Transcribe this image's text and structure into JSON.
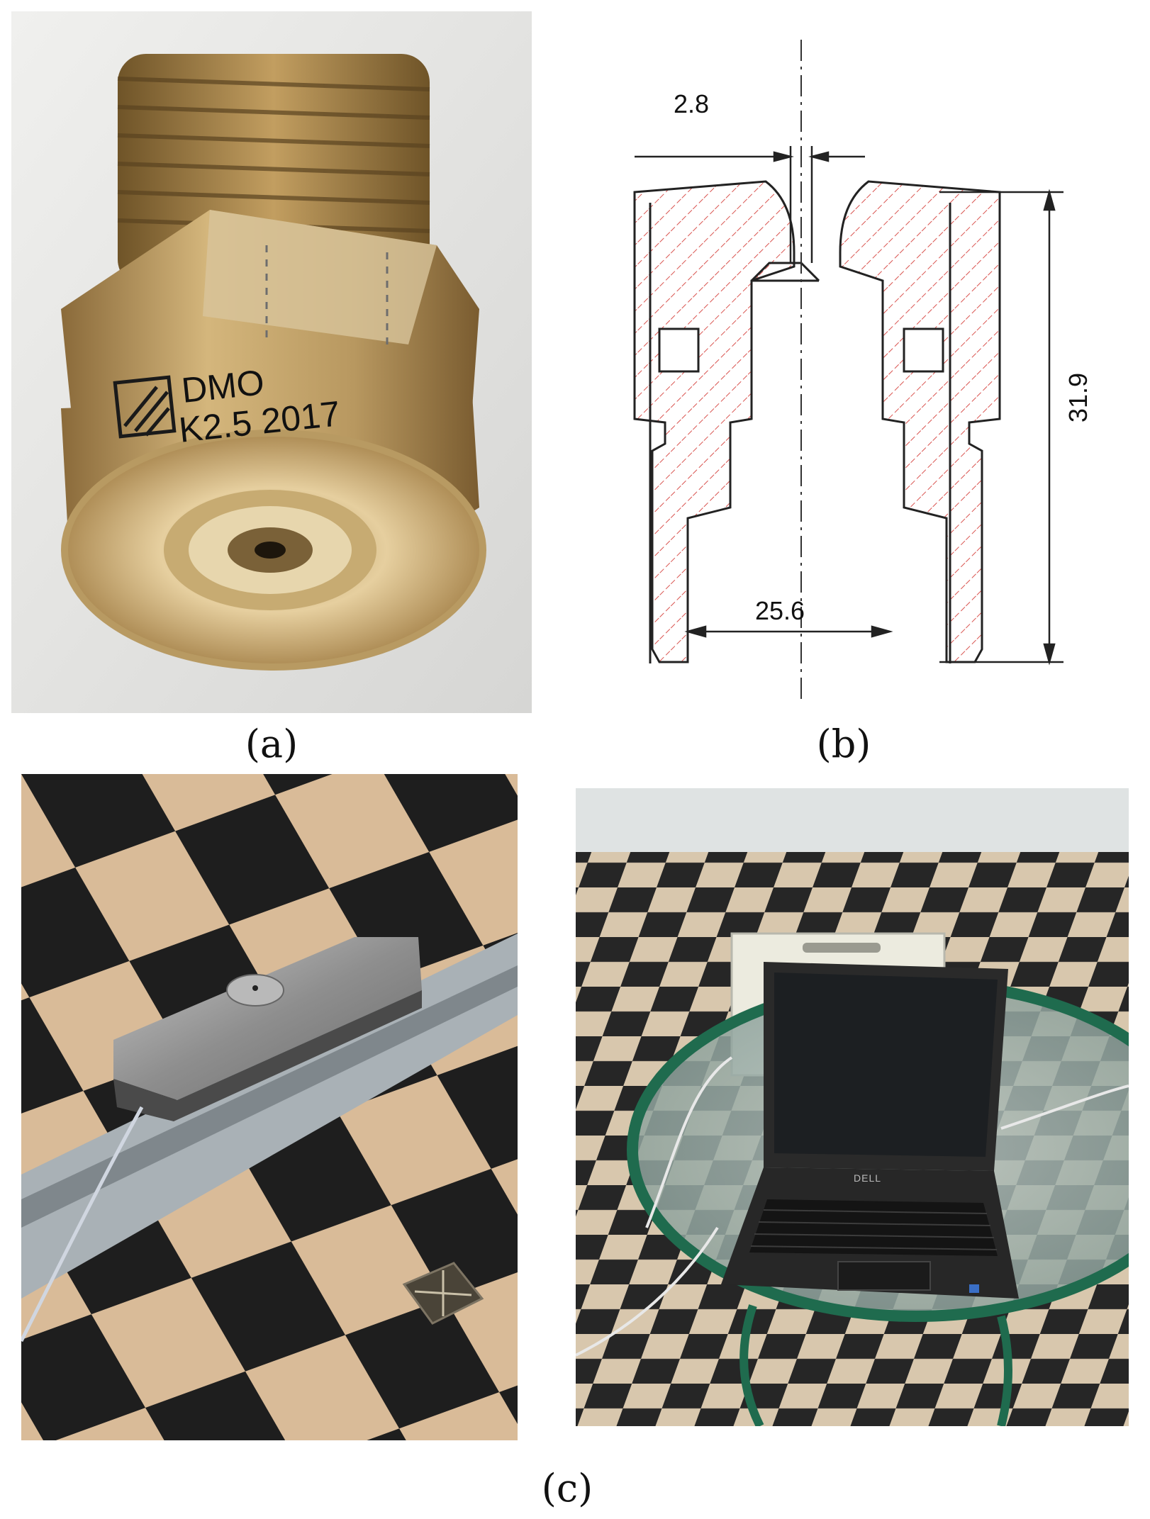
{
  "captions": {
    "a": "(a)",
    "b": "(b)",
    "c": "(c)"
  },
  "nozzle_photo": {
    "engraving_line1": "DMO",
    "engraving_line2": "K2.5 2017",
    "body_color": "#b79a66",
    "background_color": "#e8e8e6"
  },
  "drawing": {
    "dim_top": "2.8",
    "dim_bottom": "25.6",
    "dim_height": "31.9",
    "hatch_color": "#d9534f",
    "line_color": "#222222"
  },
  "rail_photo": {
    "floor_light": "#d9bb98",
    "floor_dark": "#1e1e1e"
  },
  "laptop_photo": {
    "laptop_brand": "DELL",
    "table_rim_color": "#1f6b4e"
  }
}
